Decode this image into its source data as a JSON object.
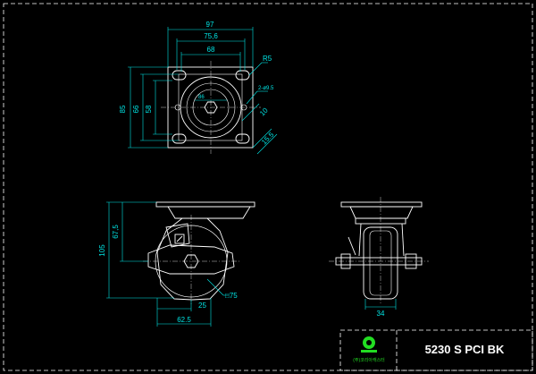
{
  "top_view": {
    "dims": {
      "w97": "97",
      "w75_6": "75,6",
      "w68": "68",
      "r5": "R5",
      "h85": "85",
      "h66": "66",
      "h58": "58",
      "d86": "86",
      "hole": "2-ø9.5",
      "d10": "10",
      "d15_5": "15.5"
    }
  },
  "side_view": {
    "dims": {
      "h105": "105",
      "h67_5": "67,5",
      "sq75": "□75",
      "w25": "25",
      "w62_5": "62.5"
    }
  },
  "front_view": {
    "dims": {
      "w34": "34"
    }
  },
  "title_block": {
    "model": "5230  S  PCI  BK",
    "logo_text": "(주)코리아캐스터"
  },
  "colors": {
    "line": "#ffffff",
    "dimension": "#00e5e5",
    "border": "#ffffff",
    "logo": "#22dd22"
  }
}
